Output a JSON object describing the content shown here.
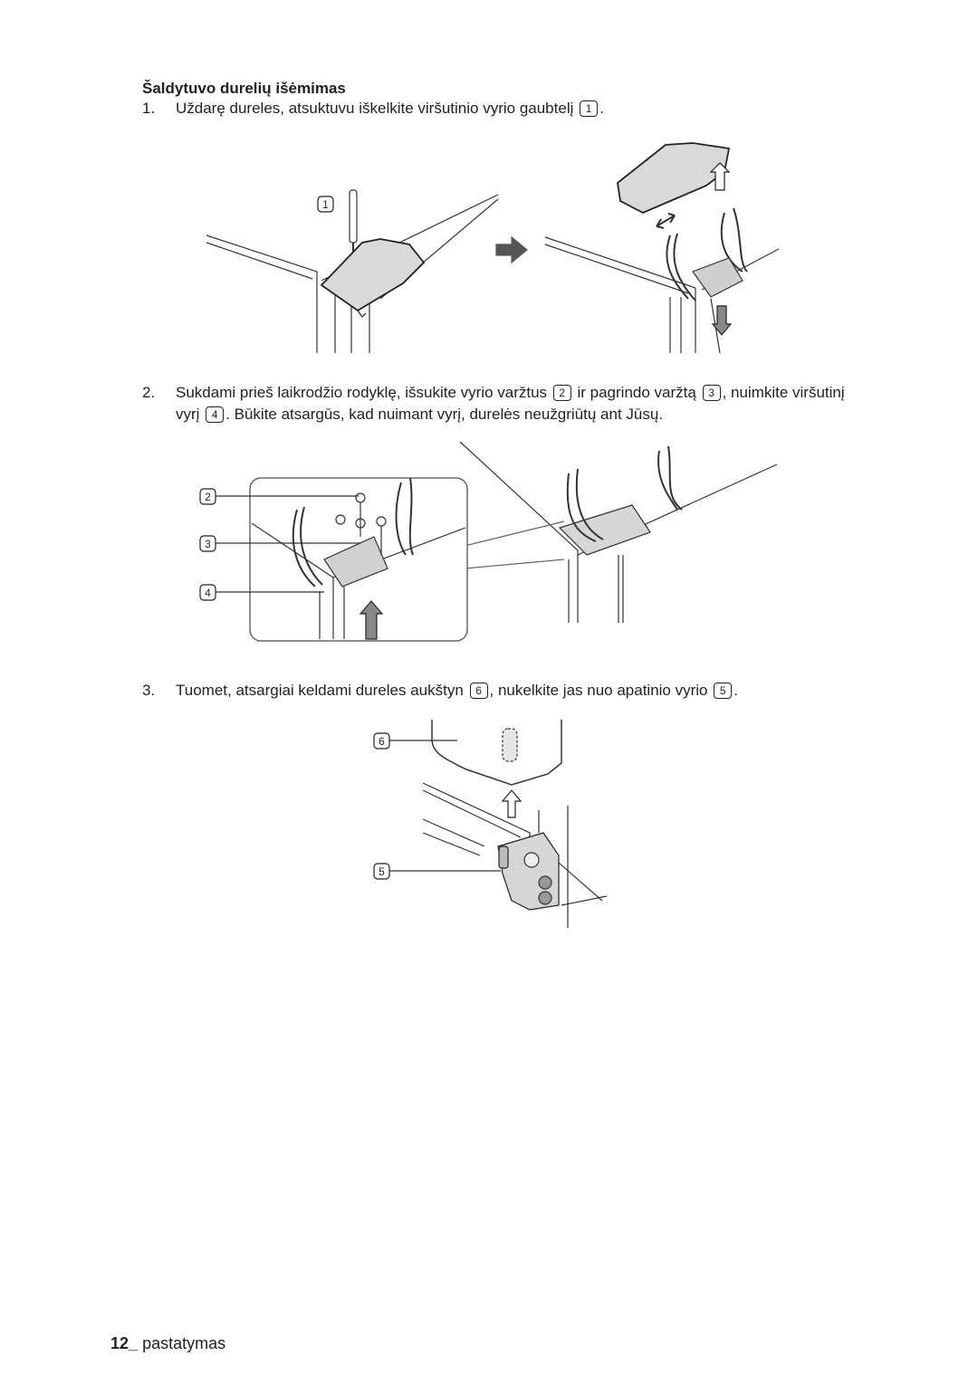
{
  "heading": "Šaldytuvo durelių išėmimas",
  "steps": [
    {
      "number": "1.",
      "parts": [
        "Uždarę dureles, atsuktuvu iškelkite viršutinio vyrio gaubtelį ",
        "."
      ],
      "tags": [
        "1"
      ]
    },
    {
      "number": "2.",
      "parts": [
        "Sukdami prieš laikrodžio rodyklę, išsukite vyrio varžtus ",
        " ir pagrindo varžtą ",
        ", nuimkite viršutinį vyrį ",
        ". Būkite atsargūs, kad nuimant vyrį, durelės neužgriūtų ant Jūsų."
      ],
      "tags": [
        "2",
        "3",
        "4"
      ]
    },
    {
      "number": "3.",
      "parts": [
        "Tuomet, atsargiai keldami dureles aukštyn ",
        ", nukelkite jas nuo apatinio vyrio ",
        "."
      ],
      "tags": [
        "6",
        "5"
      ]
    }
  ],
  "figure_callouts": {
    "fig1": [
      "1"
    ],
    "fig2": [
      "2",
      "3",
      "4"
    ],
    "fig3": [
      "6",
      "5"
    ]
  },
  "footer": {
    "page_number": "12_",
    "section": "pastatymas"
  },
  "icons": [
    "screwdriver-icon",
    "right-arrow-icon",
    "up-arrow-icon",
    "down-arrow-icon",
    "double-arrow-icon"
  ]
}
